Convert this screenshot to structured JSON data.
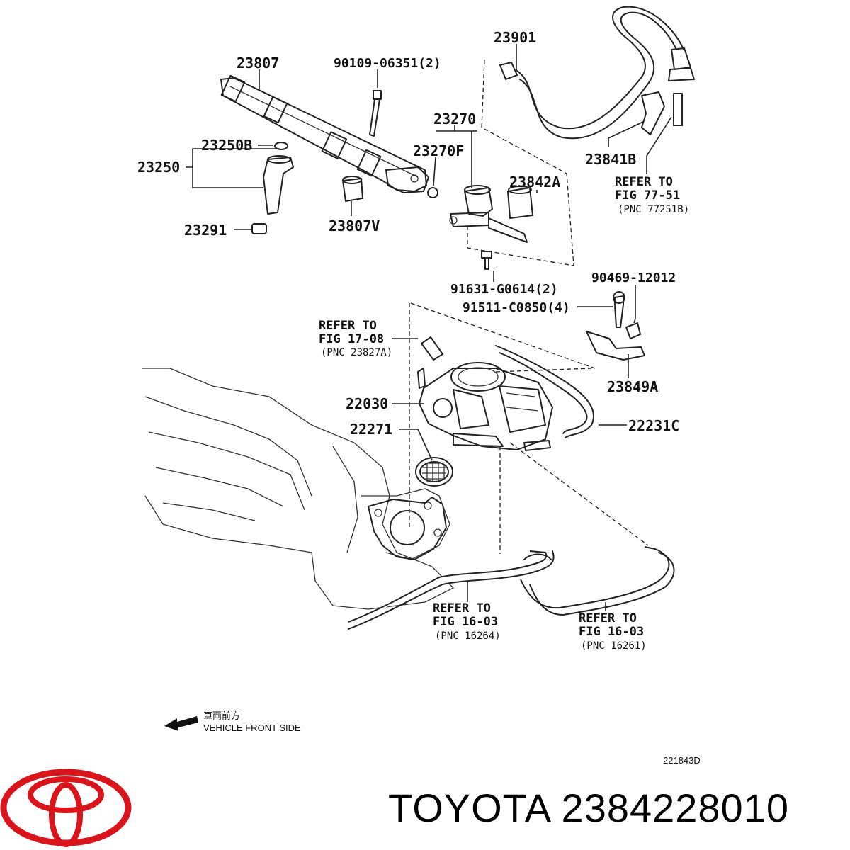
{
  "part_labels": {
    "p23807": "23807",
    "p90109": "90109-06351(2)",
    "p23901": "23901",
    "p23270": "23270",
    "p23270F": "23270F",
    "p23250B": "23250B",
    "p23250": "23250",
    "p23842A": "23842A",
    "p23841B": "23841B",
    "p23291": "23291",
    "p23807V": "23807V",
    "p91631": "91631-G0614(2)",
    "p90469": "90469-12012",
    "p91511": "91511-C0850(4)",
    "p23849A": "23849A",
    "p22030": "22030",
    "p22271": "22271",
    "p22231C": "22231C"
  },
  "references": {
    "fig77": {
      "line1": "REFER TO",
      "line2": "FIG 77-51",
      "pnc": "(PNC 77251B)"
    },
    "fig17": {
      "line1": "REFER TO",
      "line2": "FIG 17-08",
      "pnc": "(PNC 23827A)"
    },
    "fig16a": {
      "line1": "REFER TO",
      "line2": "FIG 16-03",
      "pnc": "(PNC 16264)"
    },
    "fig16b": {
      "line1": "REFER TO",
      "line2": "FIG 16-03",
      "pnc": "(PNC 16261)"
    }
  },
  "front_indicator": {
    "japanese": "車両前方",
    "english": "VEHICLE FRONT SIDE"
  },
  "diagram_id": "221843D",
  "brand": {
    "name": "TOYOTA",
    "part_number": "2384228010",
    "logo_color": "#d9141b"
  }
}
